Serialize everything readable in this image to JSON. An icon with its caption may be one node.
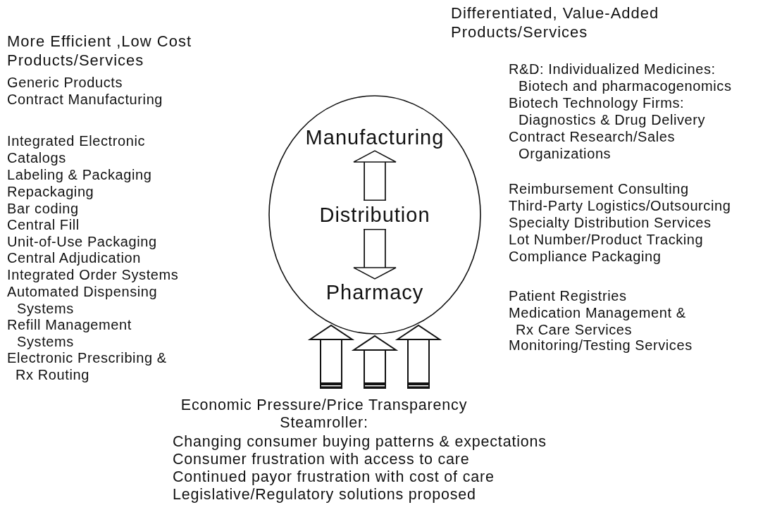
{
  "diagram": {
    "nodes": [
      {
        "text": [],
        "shape": "circle"
      },
      {
        "text": [
          "Manufacturing"
        ],
        "in": 0
      },
      {
        "text": [
          "Distribution"
        ],
        "in": 0
      },
      {
        "text": [
          "Pharmacy"
        ],
        "in": 0
      },
      {
        "text": [
          "Economic Pressure/Price Transparency Steamroller:",
          "Changing consumer buying patterns & expectations",
          "Consumer frustration with access to care",
          "Continued payor frustration with cost of care",
          "Legislative/Regulatory solutions proposed"
        ]
      }
    ],
    "edges": [
      {
        "from": 2,
        "to": 1,
        "arrow": "to"
      },
      {
        "from": 2,
        "to": 3,
        "arrow": "to"
      },
      {
        "from": 4,
        "to": 0,
        "arrow": "to"
      },
      {
        "from": 4,
        "to": 0,
        "arrow": "to"
      },
      {
        "from": 4,
        "to": 0,
        "arrow": "to"
      }
    ],
    "labels": [
      "More Efficient ,Low Cost Products/Services",
      "Generic Products",
      "Contract Manufacturing",
      "Integrated Electronic Catalogs",
      "Labeling & Packaging",
      "Repackaging",
      "Bar coding",
      "Central Fill",
      "Unit-of-Use Packaging",
      "Central Adjudication",
      "Integrated Order Systems",
      "Automated Dispensing Systems",
      "Refill Management Systems",
      "Electronic Prescribing & Rx Routing",
      "Differentiated, Value-Added Products/Services",
      "R&D: Individualized Medicines: Biotech and pharmacogenomics",
      "Biotech Technology Firms: Diagnostics & Drug Delivery",
      "Contract Research/Sales Organizations",
      "Reimbursement Consulting",
      "Third-Party Logistics/Outsourcing",
      "Specialty Distribution Services",
      "Lot Number/Product Tracking",
      "Compliance Packaging",
      "Patient Registries",
      "Medication Management & Rx Care Services",
      "Monitoring/Testing Services"
    ]
  }
}
